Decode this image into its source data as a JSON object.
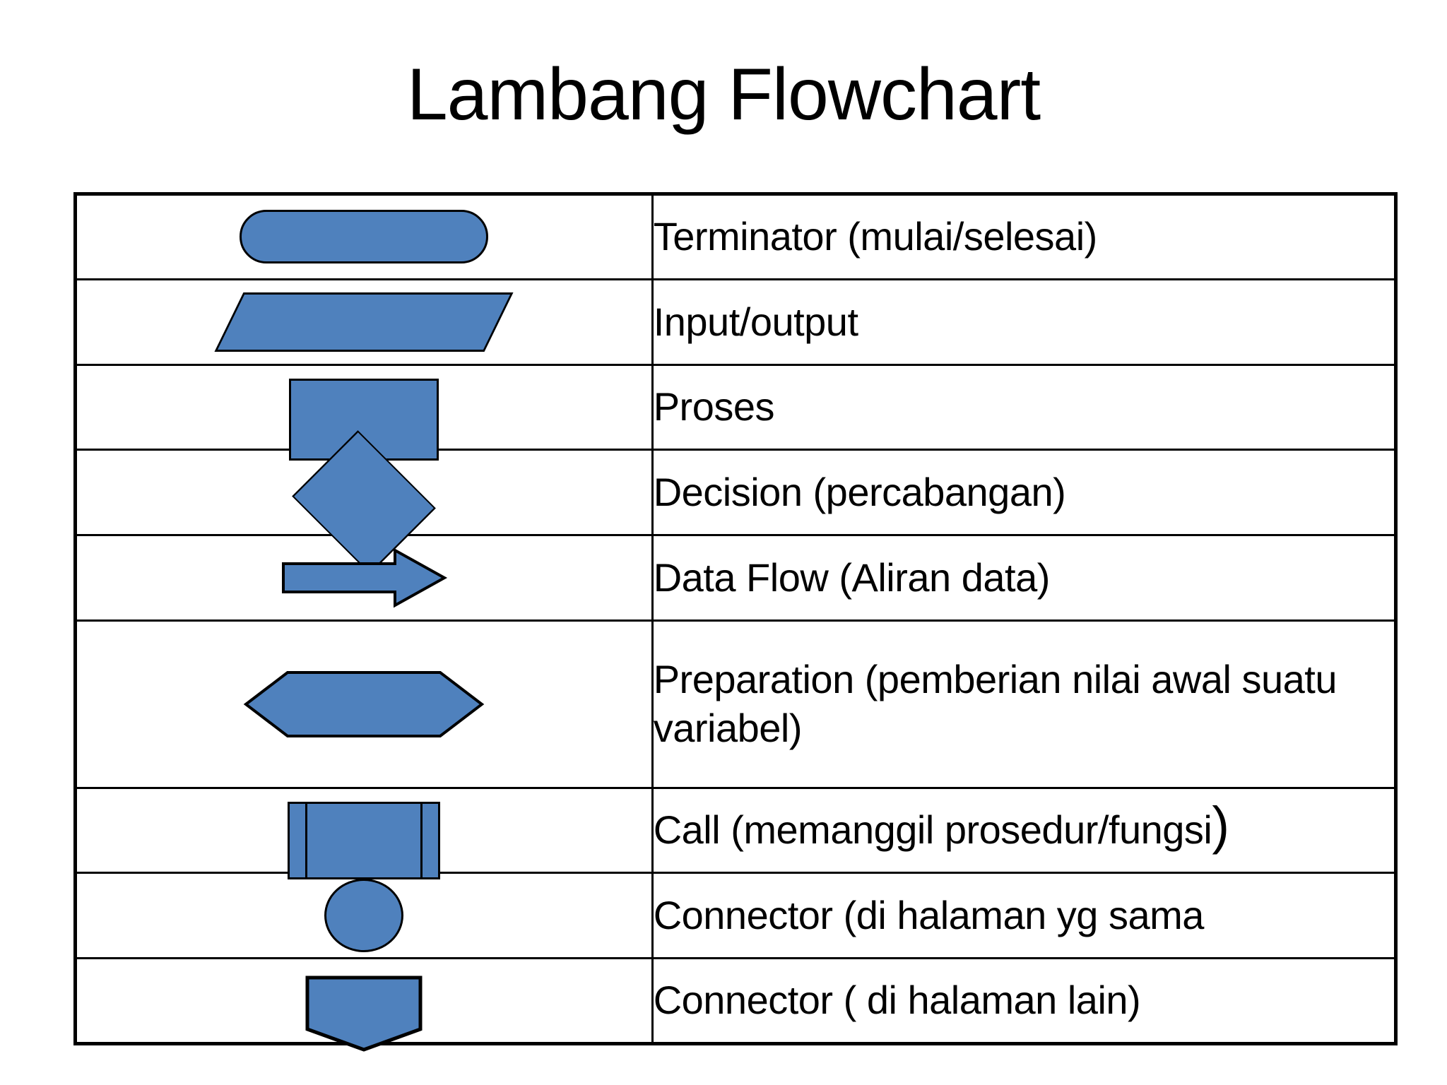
{
  "slide": {
    "title": "Lambang Flowchart",
    "background_color": "#FFFFFF",
    "shape_fill_color": "#4F81BD",
    "shape_stroke_color": "#000000",
    "table_border_color": "#000000"
  },
  "table": {
    "column_count": 2,
    "row_count": 9,
    "rows": [
      {
        "shape": "terminator-rounded-rectangle",
        "label": "Terminator (mulai/selesai)"
      },
      {
        "shape": "parallelogram",
        "label": "Input/output"
      },
      {
        "shape": "rectangle",
        "label": "Proses"
      },
      {
        "shape": "diamond",
        "label": "Decision (percabangan)"
      },
      {
        "shape": "right-arrow",
        "label": "Data Flow (Aliran data)"
      },
      {
        "shape": "hexagon",
        "label": "Preparation (pemberian nilai awal suatu variabel)"
      },
      {
        "shape": "predefined-process-call",
        "label_main": "Call (memanggil prosedur/fungsi",
        "label_paren": ")"
      },
      {
        "shape": "circle",
        "label": "Connector (di halaman yg sama"
      },
      {
        "shape": "off-page-connector-pentagon",
        "label": "Connector ( di halaman lain)"
      }
    ]
  }
}
